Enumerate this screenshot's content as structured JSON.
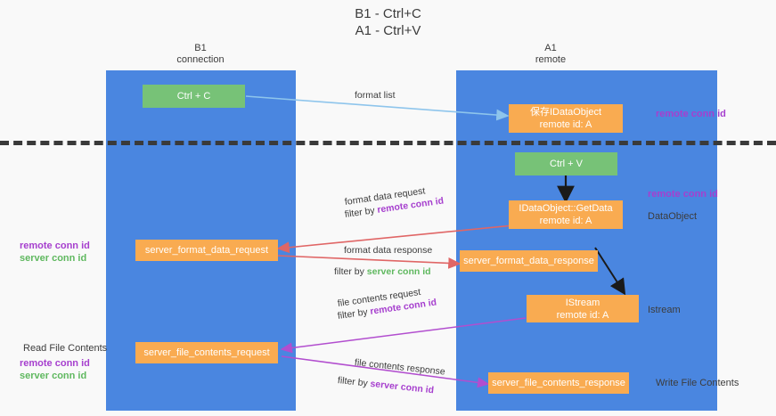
{
  "title": {
    "line1": "B1 - Ctrl+C",
    "line2": "A1 - Ctrl+V"
  },
  "columns": {
    "left": {
      "name": "B1",
      "role": "connection"
    },
    "right": {
      "name": "A1",
      "role": "remote"
    }
  },
  "colors": {
    "lane": "#4a86e0",
    "green_box": "#77c277",
    "orange_box": "#f9ab51",
    "purple_text": "#a63fce",
    "green_text": "#5fb85f",
    "blue_arrow": "#8ec5ec",
    "red_arrow": "#e06666",
    "magenta_arrow": "#b24ecf",
    "black_arrow": "#1a1a1a",
    "background": "#f9f9f9",
    "divider": "#3a3a3a"
  },
  "boxes": {
    "ctrl_c": {
      "label": "Ctrl + C"
    },
    "save_idataobject": {
      "line1": "保存IDataObject",
      "line2": "remote id: A"
    },
    "ctrl_v": {
      "label": "Ctrl + V"
    },
    "getdata": {
      "line1": "IDataObject::GetData",
      "line2": "remote id: A"
    },
    "server_format_data_request": {
      "label": "server_format_data_request"
    },
    "server_format_data_response": {
      "label": "server_format_data_response"
    },
    "istream": {
      "line1": "IStream",
      "line2": "remote id: A"
    },
    "server_file_contents_request": {
      "label": "server_file_contents_request"
    },
    "server_file_contents_response": {
      "label": "server_file_contents_response"
    }
  },
  "annotations": {
    "right_remote_conn_id_top": "remote conn id",
    "right_remote_conn_id_mid": "remote conn id",
    "right_dataobject": "DataObject",
    "right_istream": "Istream",
    "right_write_file_contents": "Write File Contents",
    "left_remote_conn_id_mid": "remote conn id",
    "left_server_conn_id_mid": "server conn id",
    "left_read_file_contents": "Read File Contents",
    "left_remote_conn_id_bottom": "remote conn id",
    "left_server_conn_id_bottom": "server conn id"
  },
  "arrow_labels": {
    "format_list": "format list",
    "format_data_request": "format data request",
    "format_data_request_filter_prefix": "filter by ",
    "format_data_request_filter_value": "remote conn id",
    "format_data_response": "format data response",
    "format_data_response_filter_prefix": "filter by ",
    "format_data_response_filter_value": "server conn id",
    "file_contents_request": "file contents request",
    "file_contents_request_filter_prefix": "filter by ",
    "file_contents_request_filter_value": "remote conn id",
    "file_contents_response": "file contents response",
    "file_contents_response_filter_prefix": "filter by ",
    "file_contents_response_filter_value": "server conn id"
  }
}
